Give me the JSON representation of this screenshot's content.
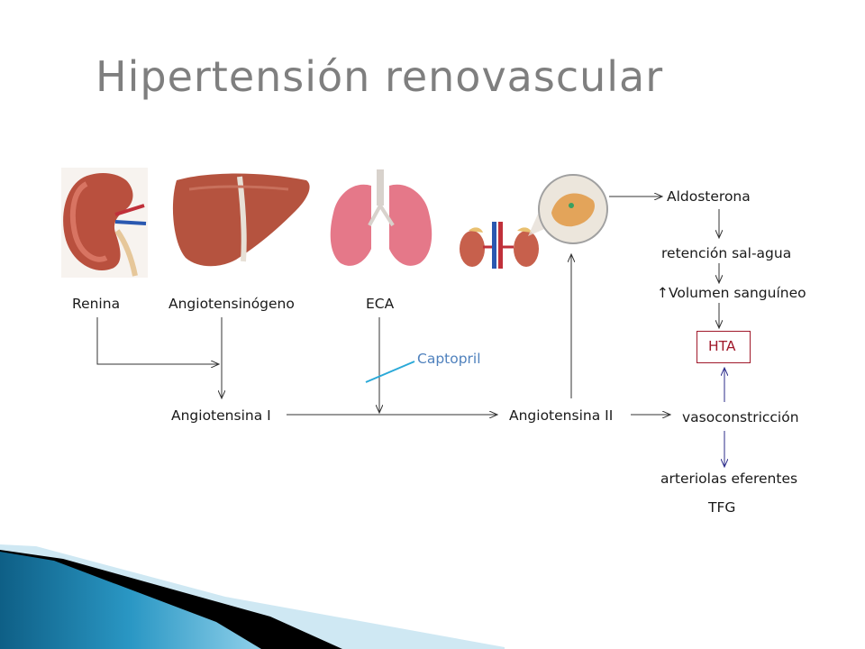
{
  "title": "Hipertensión renovascular",
  "labels": {
    "renina": "Renina",
    "angiotensinogeno": "Angiotensinógeno",
    "eca": "ECA",
    "captopril": "Captopril",
    "angiotensina_i": "Angiotensina I",
    "angiotensina_ii": "Angiotensina II",
    "aldosterona": "Aldosterona",
    "retencion": "retención sal-agua",
    "volumen": "↑Volumen sanguíneo",
    "hta": "HTA",
    "vasoconstriccion": "vasoconstricción",
    "arteriolas": "arteriolas eferentes",
    "tfg": "TFG"
  },
  "illustrations": [
    "kidney-image",
    "liver-image",
    "lungs-image",
    "kidneys-adrenal-image",
    "adrenal-magnified-image"
  ],
  "colors": {
    "title": "#7f7f7f",
    "captopril": "#4f81bd",
    "hta": "#a0182a",
    "teal_band": "#1c7fa6"
  }
}
